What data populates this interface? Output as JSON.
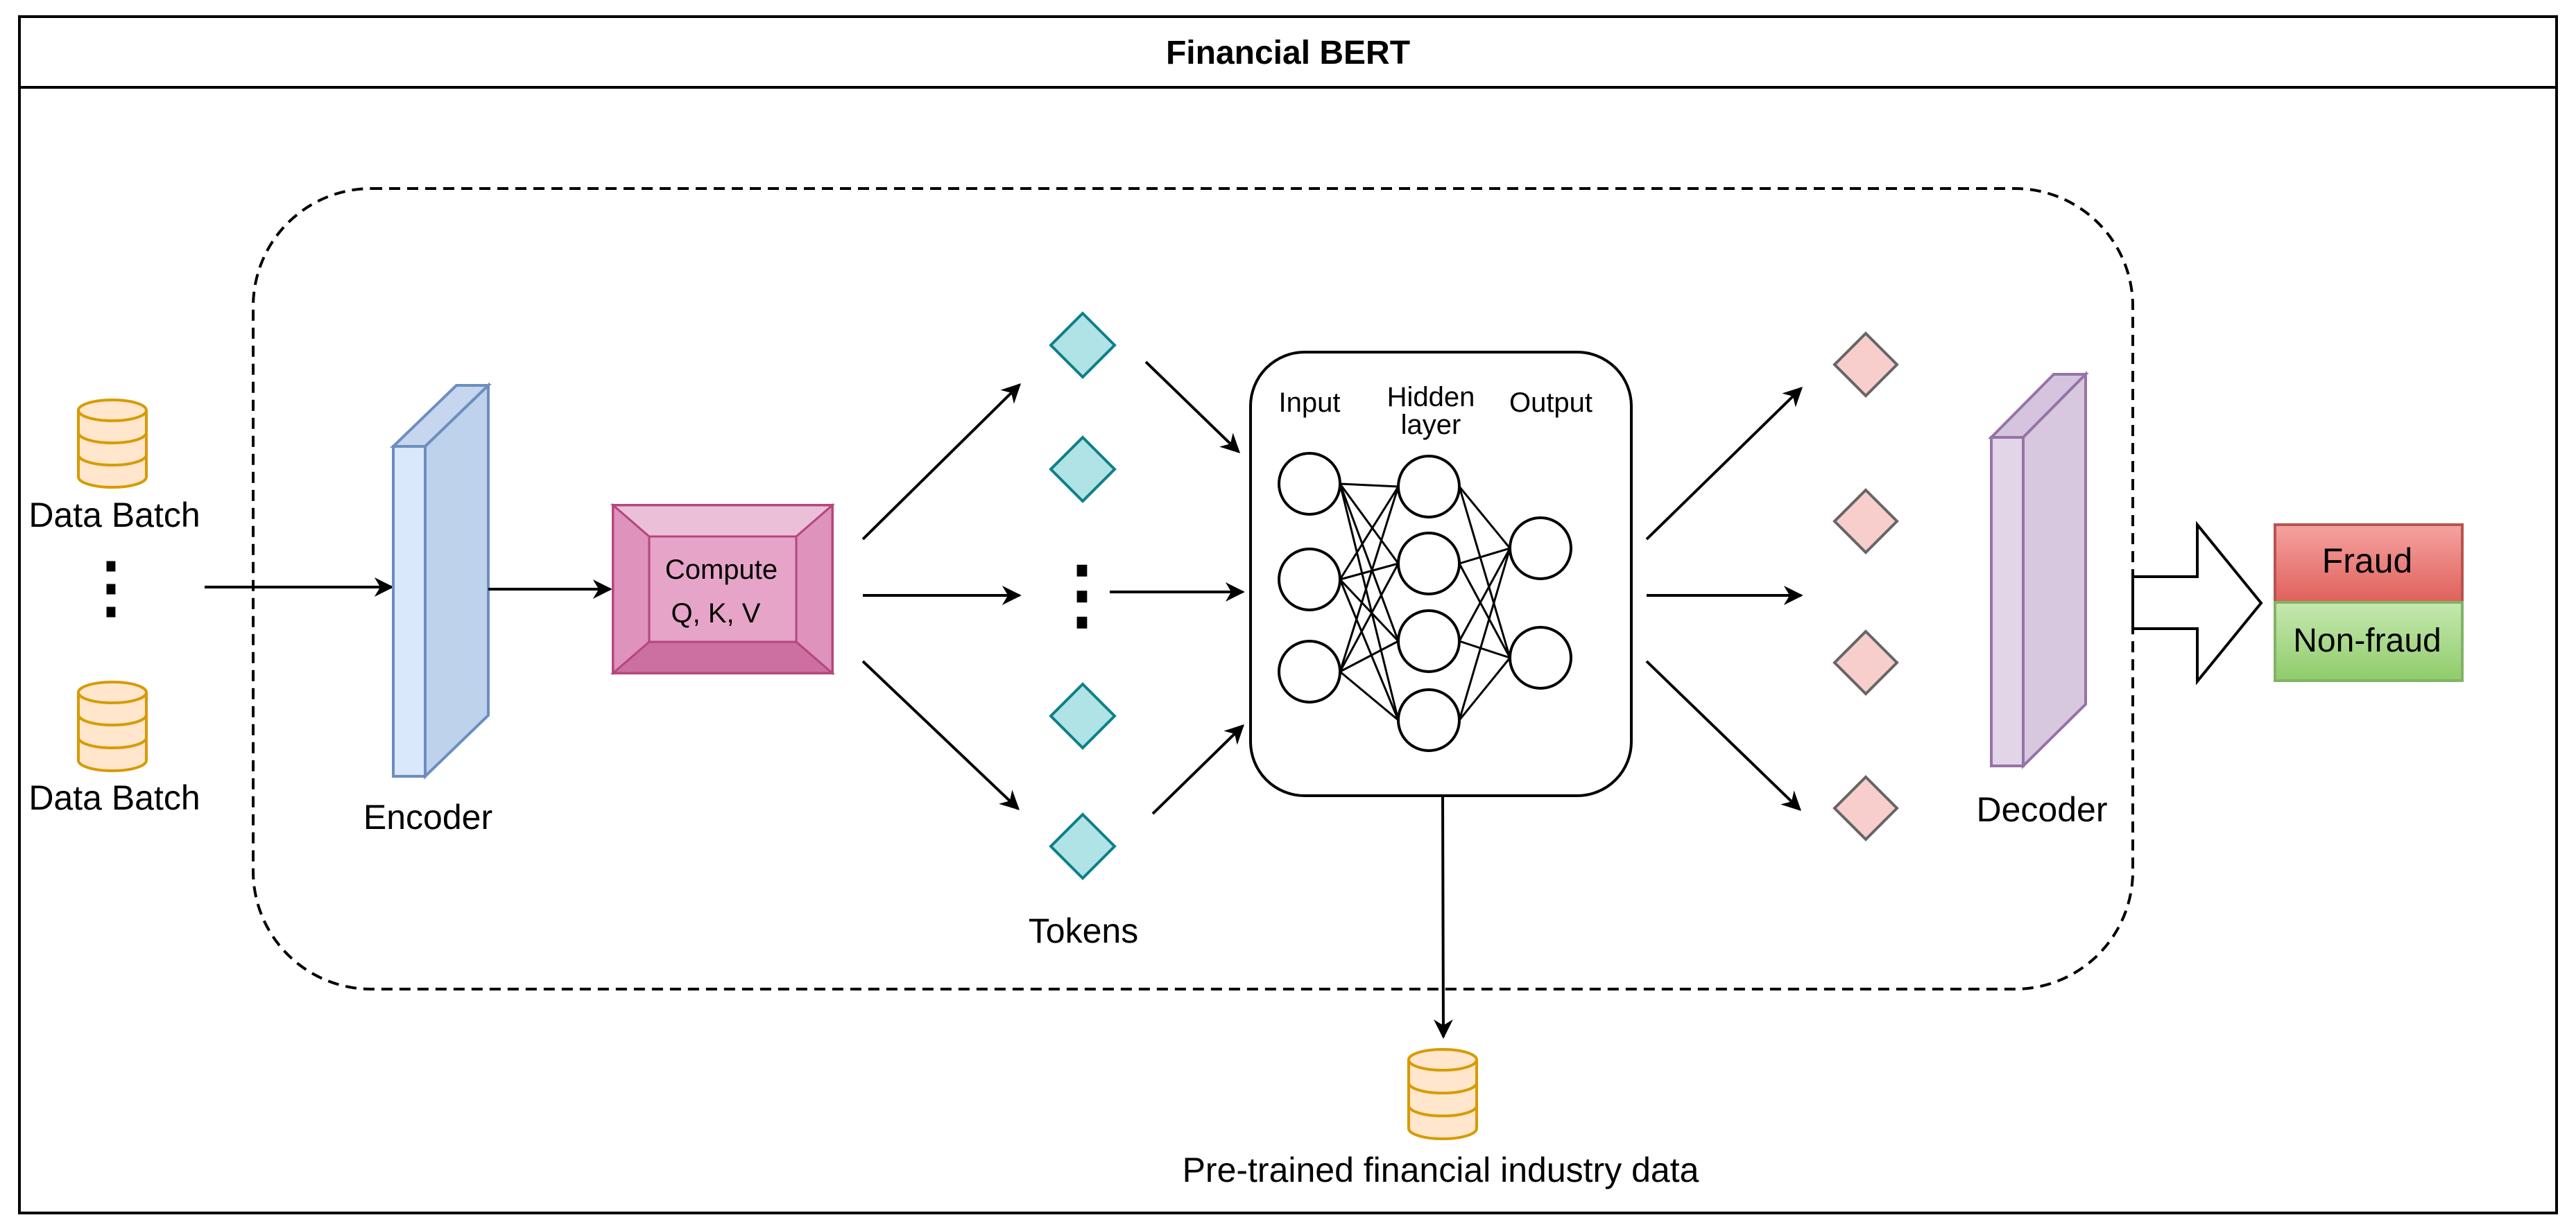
{
  "diagram": {
    "title": "Financial BERT",
    "inputs": {
      "top_label": "Data Batch",
      "bottom_label": "Data Batch",
      "ellipsis": "⋮"
    },
    "encoder_label": "Encoder",
    "compute": {
      "line1": "Compute",
      "line2": "Q, K, V"
    },
    "tokens_label": "Tokens",
    "tokens_ellipsis": "⋮",
    "neural_net": {
      "input_label": "Input",
      "hidden_label_line1": "Hidden",
      "hidden_label_line2": "layer",
      "output_label": "Output"
    },
    "decoder_label": "Decoder",
    "pretrained_label": "Pre-trained financial industry data",
    "outputs": {
      "fraud": "Fraud",
      "nonfraud": "Non-fraud"
    }
  },
  "colors": {
    "db_fill": "#ffe6cc",
    "db_stroke": "#d79b00",
    "encoder_fill": "#dae8fc",
    "encoder_stroke": "#6c8ebf",
    "compute_fill": "#e6a5c8",
    "compute_stroke": "#b5467f",
    "token_fill": "#b0e3e6",
    "token_stroke": "#0e8088",
    "out_token_fill": "#f8cecc",
    "out_token_stroke": "#666666",
    "decoder_fill": "#e1d5e7",
    "decoder_stroke": "#9673a6",
    "fraud_fill": "#ea6b66",
    "fraud_stroke": "#b85450",
    "nonfraud_fill": "#97d077",
    "nonfraud_stroke": "#82b366"
  }
}
